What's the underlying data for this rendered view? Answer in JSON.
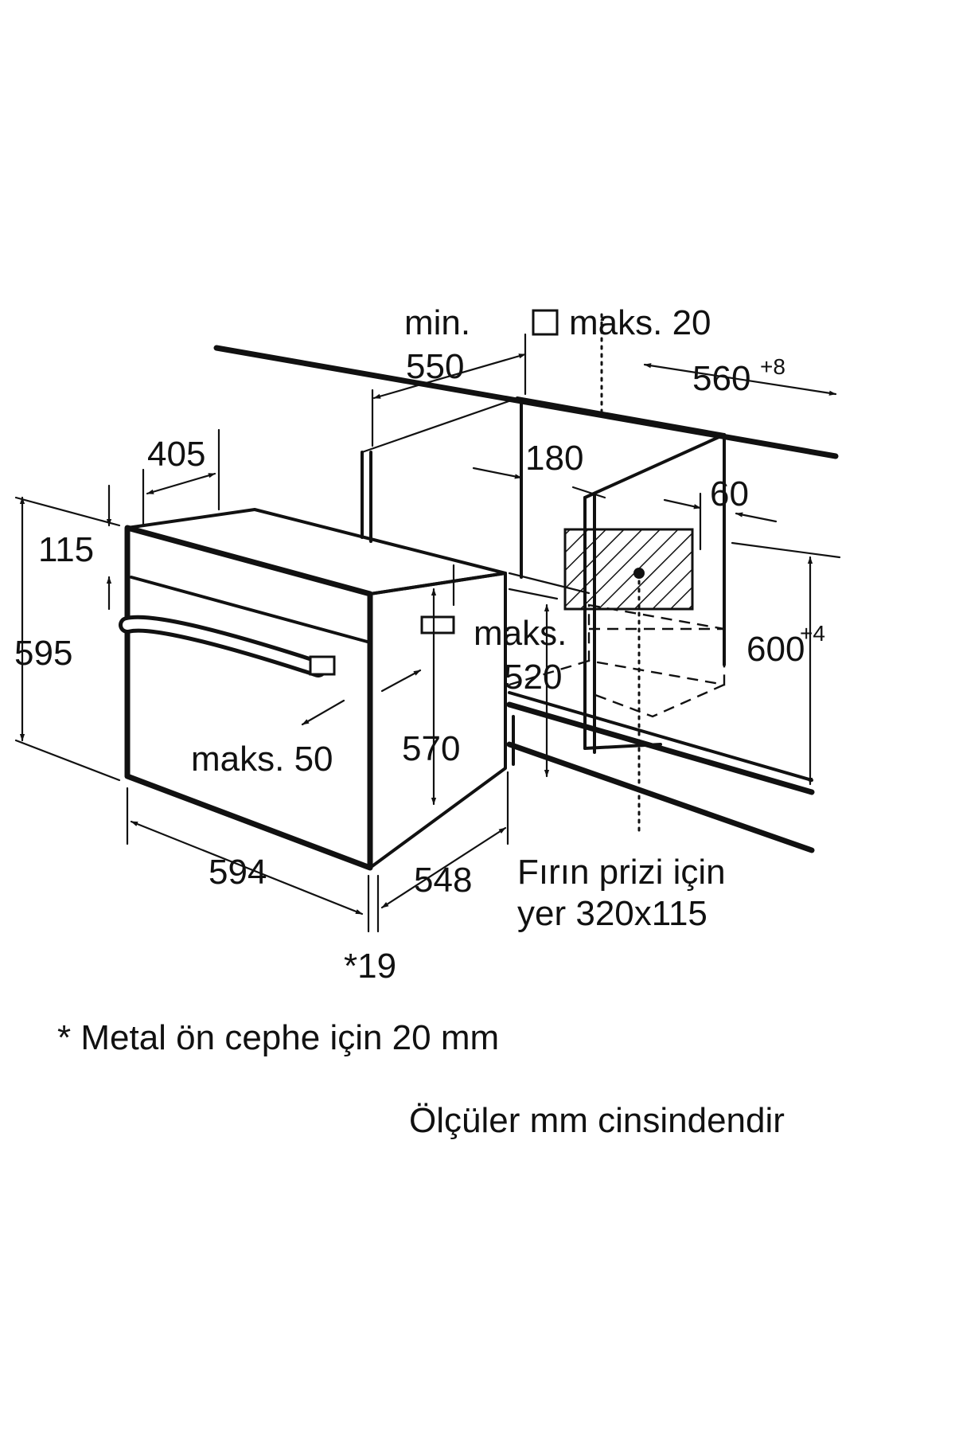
{
  "dimensions": {
    "min_label": "min.",
    "min_value": "550",
    "maks20": "maks. 20",
    "d560": "560",
    "d560_tol": "+8",
    "d405": "405",
    "d180": "180",
    "d60": "60",
    "d115": "115",
    "d595": "595",
    "d600": "600",
    "d600_tol": "+4",
    "maks520_label": "maks.",
    "maks520_value": "520",
    "maks50": "maks. 50",
    "d570": "570",
    "d594": "594",
    "d548": "548",
    "d19": "*19"
  },
  "socket": {
    "line1": "Fırın prizi için",
    "line2": "yer 320x115"
  },
  "notes": {
    "metal_front": "* Metal ön cephe için 20 mm",
    "units": "Ölçüler mm cinsindendir"
  }
}
